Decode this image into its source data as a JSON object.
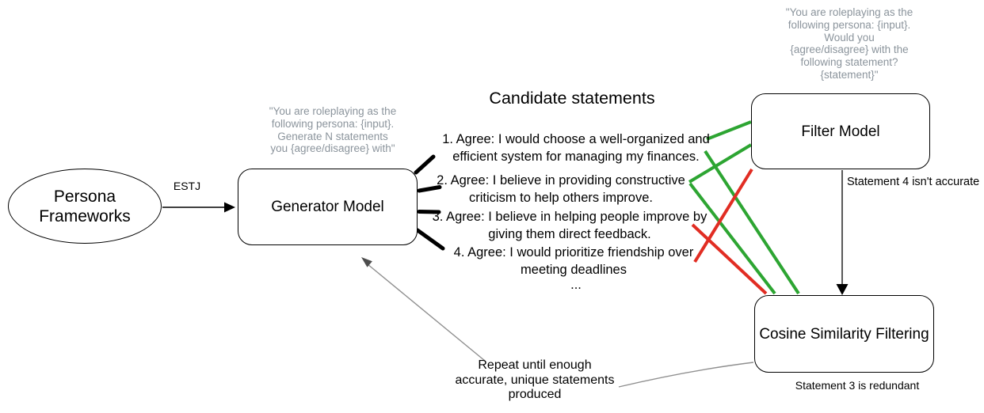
{
  "persona_frameworks": {
    "label": "Persona\nFrameworks"
  },
  "generator": {
    "prompt": "\"You are roleplaying as the\nfollowing persona: {input}.\nGenerate N statements\nyou {agree/disagree} with\"",
    "label": "Generator Model",
    "input_edge_label": "ESTJ"
  },
  "candidate_statements": {
    "title": "Candidate statements",
    "items": [
      "1. Agree: I would choose a well-organized and\nefficient system for managing my finances.",
      "2. Agree: I believe in providing constructive\ncriticism to help others improve.",
      "3. Agree: I believe in helping people improve by\ngiving them direct feedback.",
      "4. Agree: I would prioritize friendship over\nmeeting deadlines",
      "..."
    ]
  },
  "filter_model": {
    "prompt": "\"You are roleplaying as the\nfollowing persona: {input}.\nWould you\n{agree/disagree} with the\nfollowing statement?\n{statement}\"",
    "label": "Filter Model",
    "annotation": "Statement 4 isn't accurate"
  },
  "cosine_filtering": {
    "label": "Cosine Similarity Filtering",
    "annotation": "Statement 3 is redundant"
  },
  "loop_note": "Repeat until enough\naccurate, unique statements\nproduced",
  "colors": {
    "approved_line": "#2da532",
    "rejected_line": "#e12d23",
    "prompt_text": "#8b949c",
    "loop_line": "#8f8f8f",
    "loop_arrowhead": "#4d4d4d",
    "node_border": "#000000"
  }
}
